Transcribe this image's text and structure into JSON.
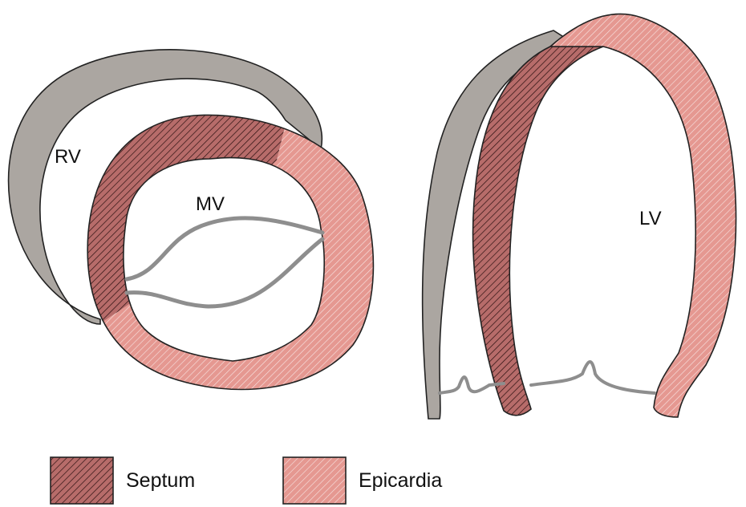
{
  "labels": {
    "rv": "RV",
    "mv": "MV",
    "lv": "LV"
  },
  "legend": {
    "septum": "Septum",
    "epicardia": "Epicardia"
  },
  "colors": {
    "wall_gray": "#aba6a1",
    "septum_fill": "#b76c6a",
    "septum_hatch": "#2a1010",
    "epicardia_fill": "#e59891",
    "epicardia_hatch": "#ffffff",
    "valve_line": "#8e8e8e",
    "outline": "#222222"
  }
}
